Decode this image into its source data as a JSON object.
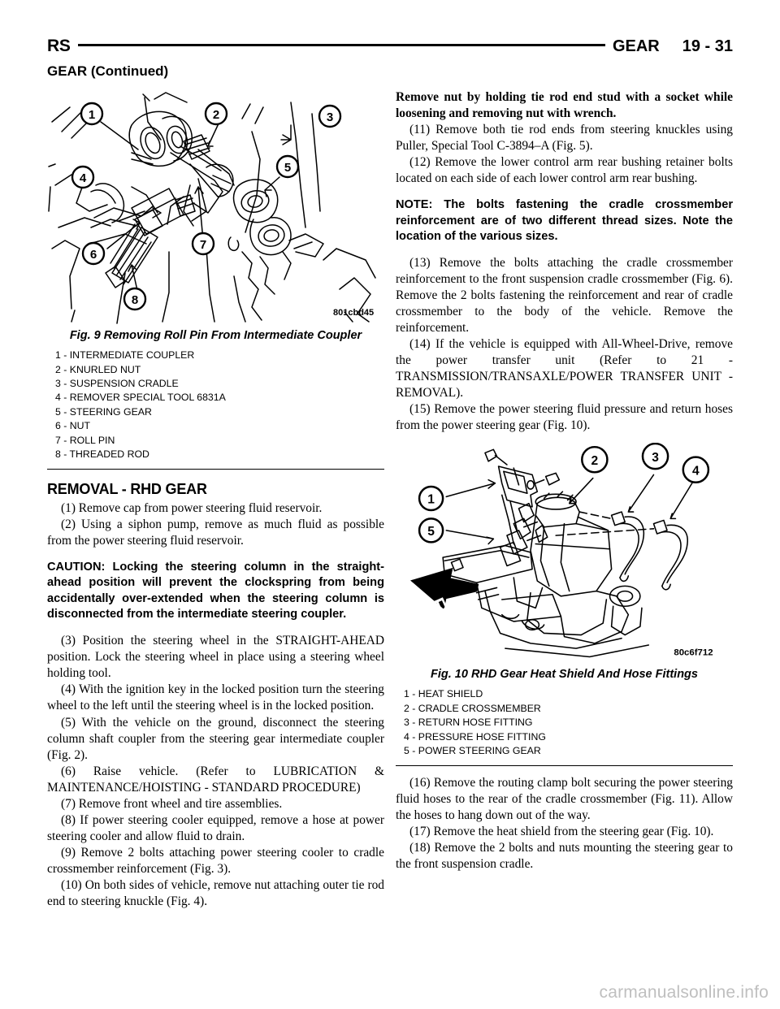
{
  "header": {
    "code": "RS",
    "title": "GEAR",
    "page": "19 - 31",
    "continued": "GEAR (Continued)"
  },
  "figures": {
    "fig9": {
      "caption": "Fig. 9 Removing Roll Pin From Intermediate Coupler",
      "art_code": "801cbd45",
      "callouts": [
        "1",
        "2",
        "3",
        "4",
        "5",
        "6",
        "7",
        "8"
      ],
      "legend": [
        "1 - INTERMEDIATE COUPLER",
        "2 - KNURLED NUT",
        "3 - SUSPENSION CRADLE",
        "4 - REMOVER SPECIAL TOOL 6831A",
        "5 - STEERING GEAR",
        "6 - NUT",
        "7 - ROLL PIN",
        "8 - THREADED ROD"
      ]
    },
    "fig10": {
      "caption": "Fig. 10 RHD Gear Heat Shield And Hose Fittings",
      "art_code": "80c6f712",
      "direction_label": "FWD",
      "callouts": [
        "1",
        "2",
        "3",
        "4",
        "5"
      ],
      "legend": [
        "1 - HEAT SHIELD",
        "2 - CRADLE CROSSMEMBER",
        "3 - RETURN HOSE FITTING",
        "4 - PRESSURE HOSE FITTING",
        "5 - POWER STEERING GEAR"
      ]
    }
  },
  "left_column": {
    "section_heading": "REMOVAL - RHD GEAR",
    "step1": "(1) Remove cap from power steering fluid reservoir.",
    "step2": "(2) Using a siphon pump, remove as much fluid as possible from the power steering fluid reservoir.",
    "caution": "CAUTION: Locking the steering column in the straight-ahead position will prevent the clockspring from being accidentally over-extended when the steering column is disconnected from the intermediate steering coupler.",
    "step3": "(3) Position the steering wheel in the STRAIGHT-AHEAD position. Lock the steering wheel in place using a steering wheel holding tool.",
    "step4": "(4) With the ignition key in the locked position turn the steering wheel to the left until the steering wheel is in the locked position.",
    "step5": "(5) With the vehicle on the ground, disconnect the steering column shaft coupler from the steering gear intermediate coupler (Fig. 2).",
    "step6": "(6) Raise vehicle. (Refer to LUBRICATION & MAINTENANCE/HOISTING - STANDARD PROCEDURE)",
    "step7": "(7) Remove front wheel and tire assemblies.",
    "step8": "(8) If power steering cooler equipped, remove a hose at power steering cooler and allow fluid to drain.",
    "step9": "(9) Remove 2 bolts attaching power steering cooler to cradle crossmember reinforcement (Fig. 3).",
    "step10": "(10) On both sides of vehicle, remove nut attaching outer tie rod end to steering knuckle (Fig. 4)."
  },
  "right_column": {
    "lead_bold": "Remove nut by holding tie rod end stud with a socket while loosening and removing nut with wrench.",
    "step11": "(11) Remove both tie rod ends from steering knuckles using Puller, Special Tool C-3894–A (Fig. 5).",
    "step12": "(12) Remove the lower control arm rear bushing retainer bolts located on each side of each lower control arm rear bushing.",
    "note": "NOTE: The bolts fastening the cradle crossmember reinforcement are of two different thread sizes. Note the location of the various sizes.",
    "step13": "(13) Remove the bolts attaching the cradle crossmember reinforcement to the front suspension cradle crossmember (Fig. 6). Remove the 2 bolts fastening the reinforcement and rear of cradle crossmember to the body of the vehicle. Remove the reinforcement.",
    "step14": "(14) If the vehicle is equipped with All-Wheel-Drive, remove the power transfer unit (Refer to 21 - TRANSMISSION/TRANSAXLE/POWER TRANSFER UNIT - REMOVAL).",
    "step15": "(15) Remove the power steering fluid pressure and return hoses from the power steering gear (Fig. 10).",
    "step16": "(16) Remove the routing clamp bolt securing the power steering fluid hoses to the rear of the cradle crossmember (Fig. 11). Allow the hoses to hang down out of the way.",
    "step17": "(17) Remove the heat shield from the steering gear (Fig. 10).",
    "step18": "(18) Remove the 2 bolts and nuts mounting the steering gear to the front suspension cradle."
  },
  "watermark": "carmanualsonline.info"
}
